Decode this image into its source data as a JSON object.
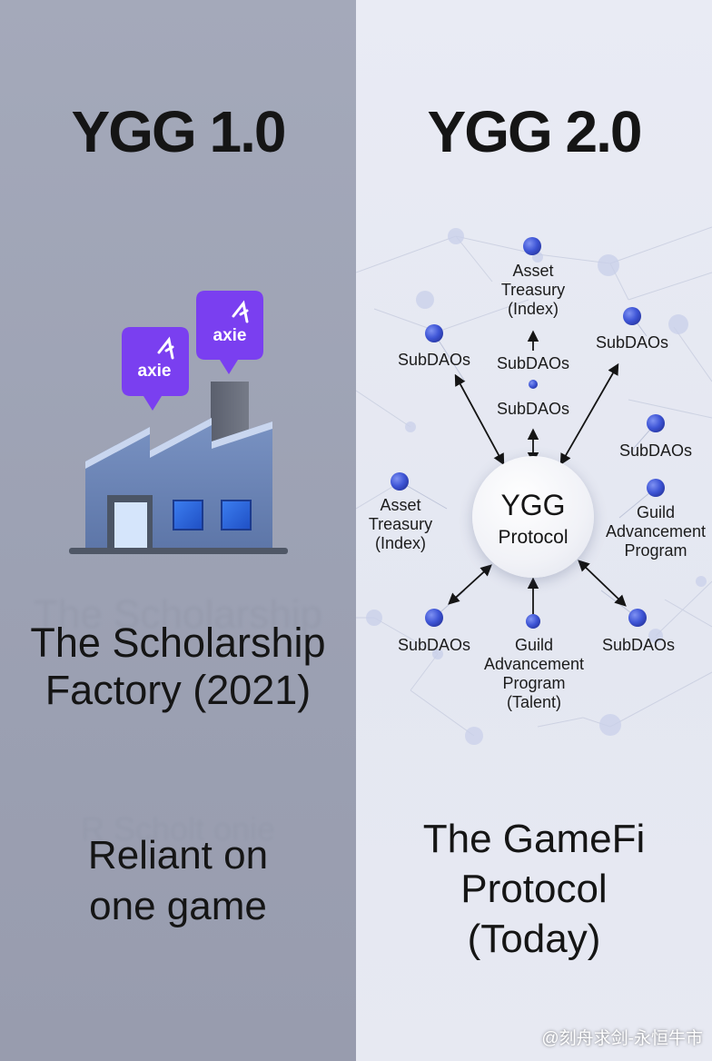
{
  "left": {
    "title": "YGG 1.0",
    "logo_text": "axie",
    "ghost_heading": "The Scholarship",
    "heading_line1": "The Scholarship",
    "heading_line2": "Factory (2021)",
    "ghost_tagline": "R  Scholt onie",
    "tagline_line1": "Reliant on",
    "tagline_line2": "one game"
  },
  "right": {
    "title": "YGG 2.0",
    "center_title": "YGG",
    "center_sub": "Protocol",
    "nodes": {
      "top_l1": "Asset",
      "top_l2": "Treasury",
      "top_l3": "(Index)",
      "subdaos_top_left": "SubDAOs",
      "subdaos_top_mid": "SubDAOs",
      "subdaos_top_right": "SubDAOs",
      "subdaos_mid": "SubDAOs",
      "subdaos_right": "SubDAOs",
      "left_l1": "Asset",
      "left_l2": "Treasury",
      "left_l3": "(Index)",
      "right_l1": "Guild",
      "right_l2": "Advancement",
      "right_l3": "Program",
      "subdaos_bottom_left": "SubDAOs",
      "bottom_l1": "Guild",
      "bottom_l2": "Advancement",
      "bottom_l3": "Program",
      "bottom_l4": "(Talent)",
      "subdaos_bottom_right": "SubDAOs"
    },
    "heading_line1": "The GameFi",
    "heading_line2": "Protocol",
    "heading_line3": "(Today)"
  },
  "watermark": "@刻舟求剑-永恒牛市",
  "colors": {
    "left_bg": "#a0a5b6",
    "right_bg": "#e4e7f1",
    "node_blue": "#3e55d6",
    "axie_purple": "#7a3ff0",
    "factory_blue": "#6a83b5"
  }
}
